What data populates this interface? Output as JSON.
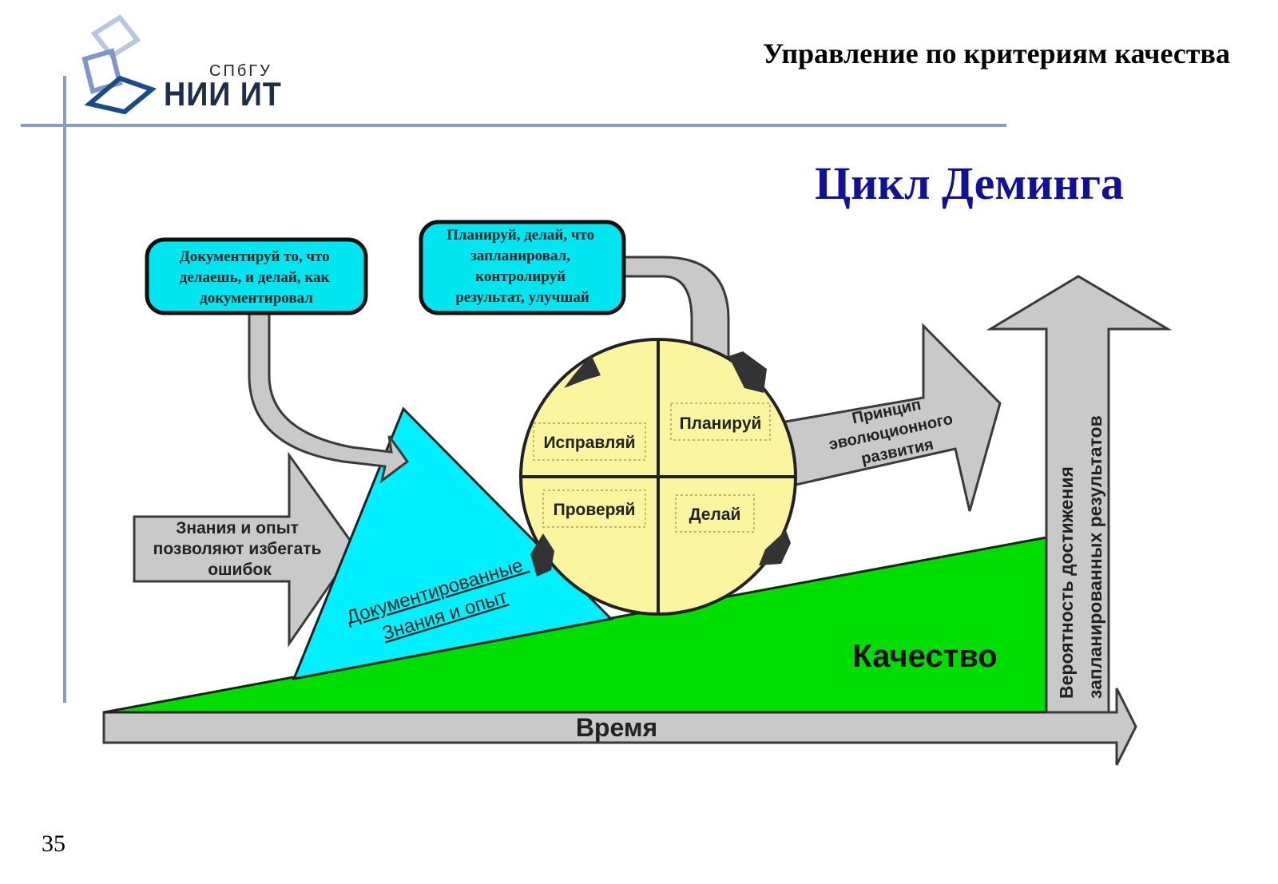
{
  "header": {
    "title": "Управление по критериям качества",
    "logo_top": "СПбГУ",
    "logo_main": "НИИ ИТ"
  },
  "slide": {
    "title": "Цикл Деминга",
    "page_number": "35"
  },
  "diagram": {
    "bubble_left": [
      "Документируй то, что",
      "делаешь, и делай, как",
      "документировал"
    ],
    "bubble_right": [
      "Планируй, делай, что",
      "запланировал,",
      "контролируй",
      "результат, улучшай"
    ],
    "knowledge_arrow": [
      "Знания и опыт",
      "позволяют избегать",
      "ошибок"
    ],
    "triangle_label": [
      "Документированные",
      "Знания и опыт"
    ],
    "quadrants": {
      "plan": "Планируй",
      "do": "Делай",
      "check": "Проверяй",
      "act": "Исправляй"
    },
    "evolution_arrow": [
      "Принцип",
      "эволюционного",
      "развития"
    ],
    "quality_label": "Качество",
    "time_label": "Время",
    "probability_label": [
      "Вероятность достижения",
      "запланированных результатов"
    ],
    "colors": {
      "bubble": "#00e5f0",
      "triangle": "#00f0ff",
      "quality": "#00dd00",
      "circle": "#fbf5a0",
      "arrow": "#c9c9c9",
      "title": "#10109a"
    }
  }
}
